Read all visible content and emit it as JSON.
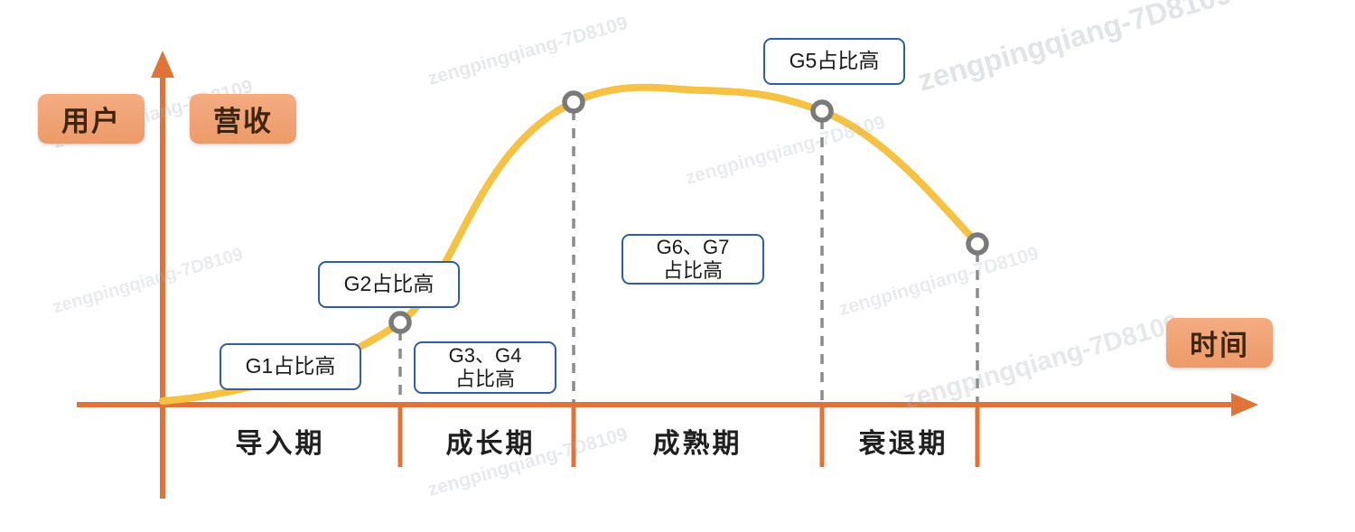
{
  "diagram": {
    "title": "product-lifecycle-curve",
    "axis_labels": {
      "y_label_1": "用户",
      "y_label_2": "营收",
      "x_label": "时间"
    },
    "stages": [
      {
        "label": "导入期"
      },
      {
        "label": "成长期"
      },
      {
        "label": "成熟期"
      },
      {
        "label": "衰退期"
      }
    ],
    "callouts": [
      {
        "id": "g1",
        "lines": [
          "G1占比高"
        ]
      },
      {
        "id": "g2",
        "lines": [
          "G2占比高"
        ]
      },
      {
        "id": "g3g4",
        "lines": [
          "G3、G4",
          "占比高"
        ]
      },
      {
        "id": "g6g7",
        "lines": [
          "G6、G7",
          "占比高"
        ]
      },
      {
        "id": "g5",
        "lines": [
          "G5占比高"
        ]
      }
    ],
    "colors": {
      "axis_orange": "#E07438",
      "tag_fill": "#F0A478",
      "curve_yellow": "#F5C243",
      "dashed_gray": "#8C8C8C",
      "callout_border": "#2E5FA3"
    }
  },
  "watermark": {
    "text": "zengpingqiang-7D8109"
  }
}
